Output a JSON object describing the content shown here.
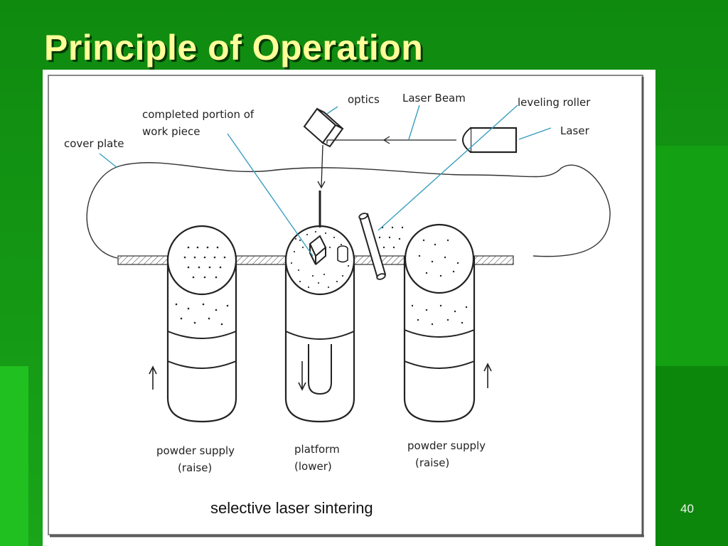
{
  "slide": {
    "title": "Principle of Operation",
    "page_number": "40"
  },
  "diagram": {
    "labels": {
      "optics": "optics",
      "laser_beam": "Laser Beam",
      "leveling_roller": "leveling roller",
      "laser": "Laser",
      "completed_portion_line1": "completed portion of",
      "completed_portion_line2": "work piece",
      "cover_plate": "cover plate",
      "powder_supply_left_line1": "powder supply",
      "powder_supply_left_line2": "(raise)",
      "platform_line1": "platform",
      "platform_line2": "(lower)",
      "powder_supply_right_line1": "powder supply",
      "powder_supply_right_line2": "(raise)"
    },
    "caption": "selective laser sintering"
  },
  "colors": {
    "background": "#118c11",
    "title": "#ffff99",
    "leader_lines": "#3a9ec0"
  }
}
